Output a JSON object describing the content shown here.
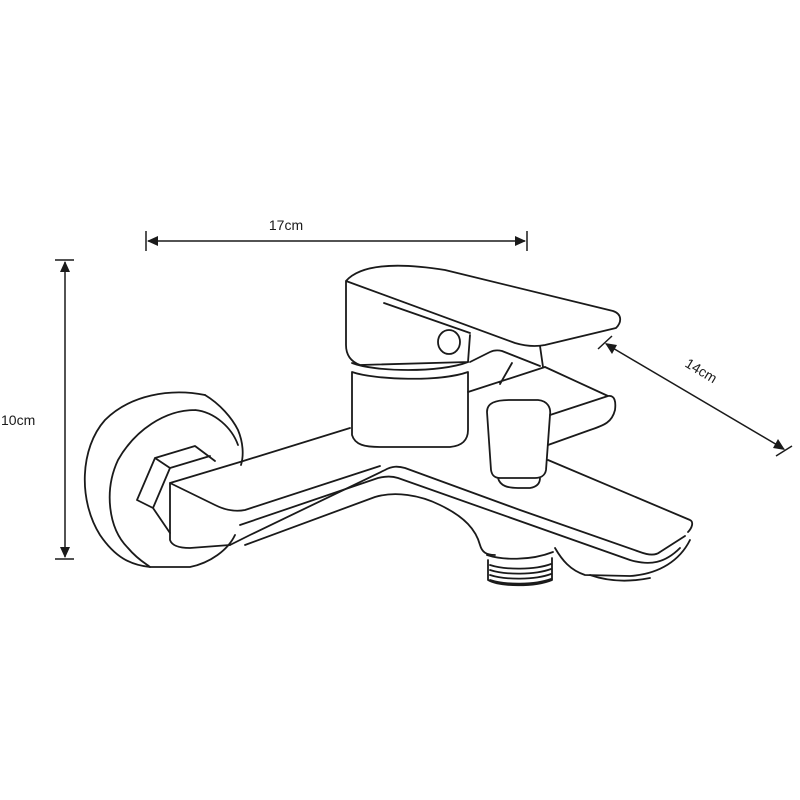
{
  "diagram": {
    "subject": "wall-mounted bath mixer faucet",
    "colors": {
      "line": "#1a1a1a",
      "background": "#ffffff"
    },
    "dimensions": {
      "width": {
        "label": "17cm",
        "value": 17,
        "unit": "cm"
      },
      "height": {
        "label": "10cm",
        "value": 10,
        "unit": "cm"
      },
      "depth": {
        "label": "14cm",
        "value": 14,
        "unit": "cm"
      }
    },
    "parts": [
      "wall-flange",
      "hex-nut",
      "single-lever-handle",
      "cartridge-body",
      "diverter-knob",
      "spout",
      "threaded-shower-outlet"
    ]
  }
}
